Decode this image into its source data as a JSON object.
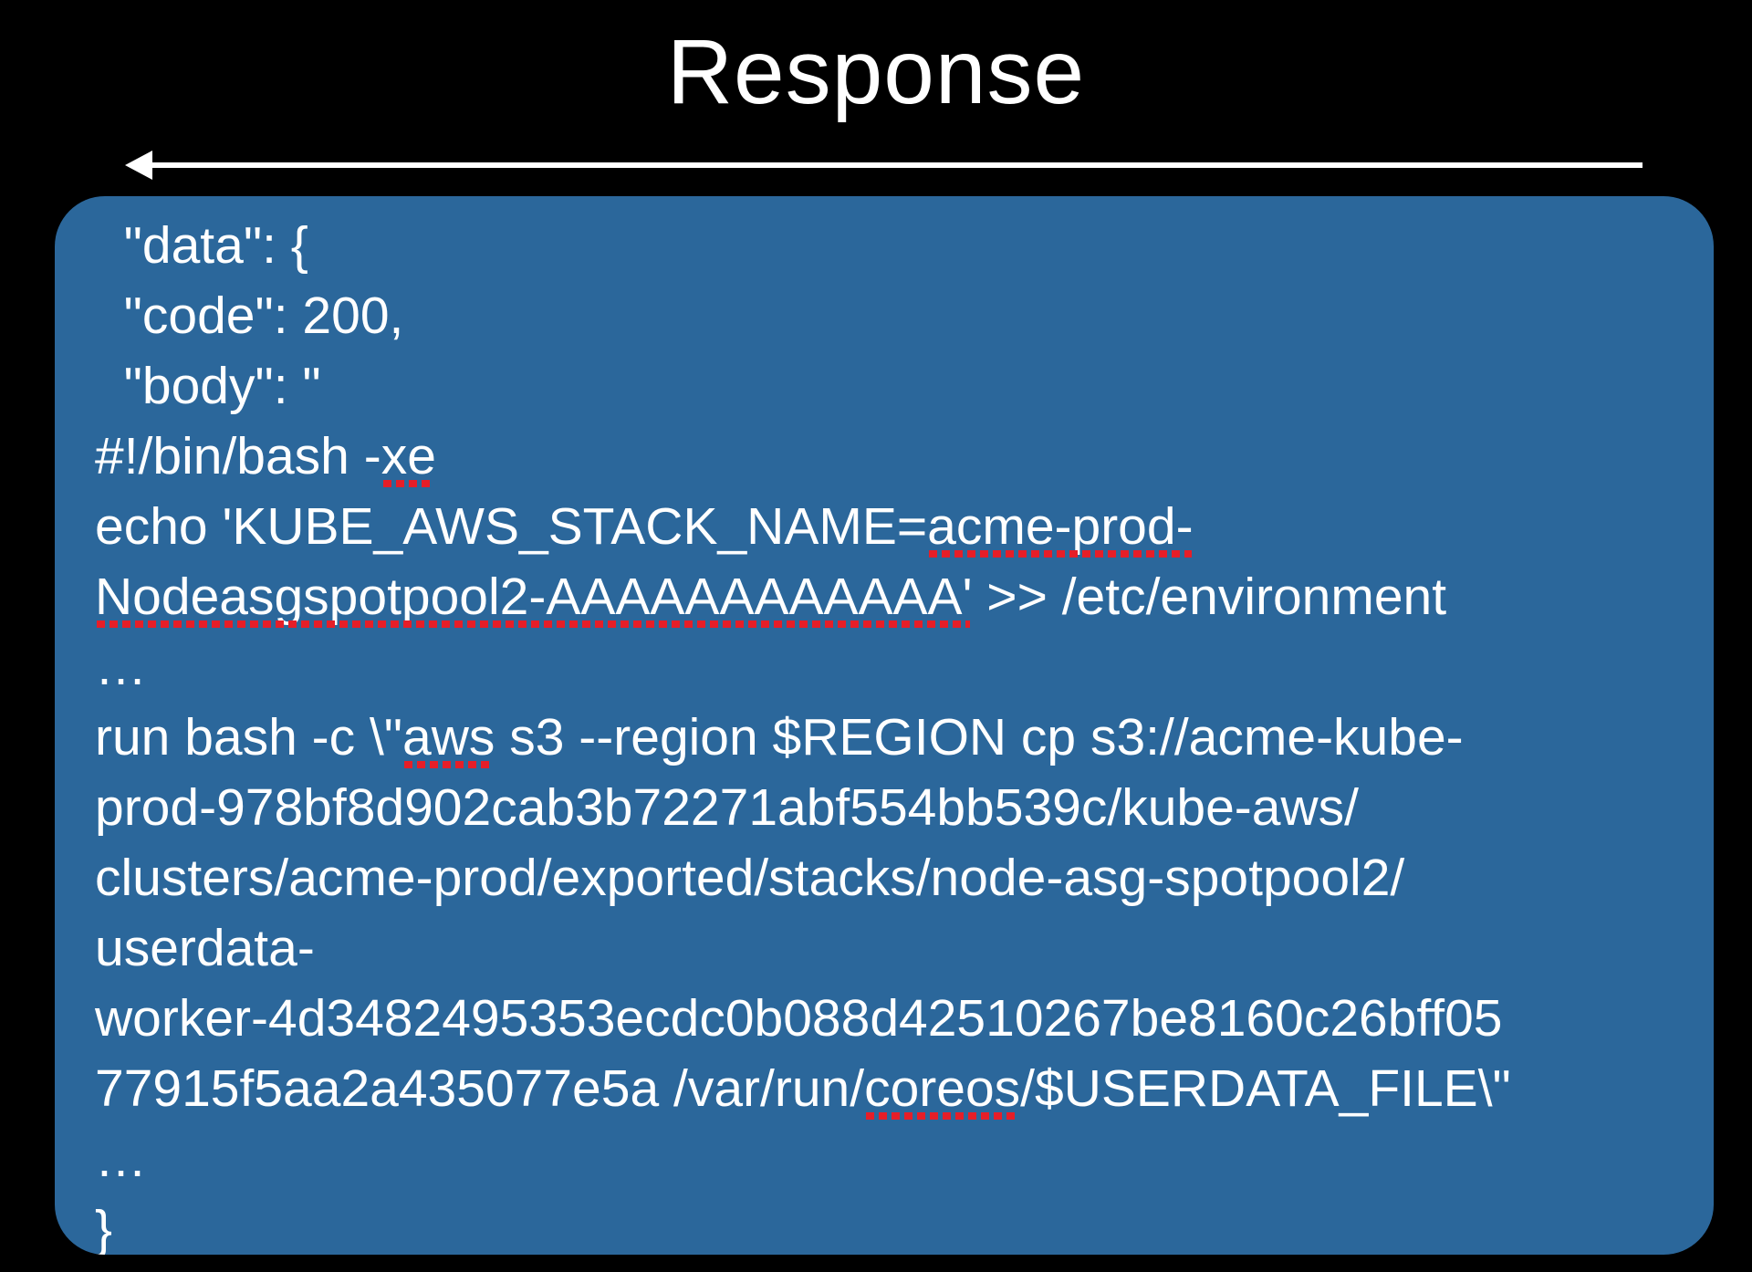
{
  "slide": {
    "title": "Response",
    "background_color": "#000000",
    "arrow": {
      "direction": "left",
      "color": "#ffffff"
    },
    "code_panel": {
      "background_color": "#2b679b",
      "text_color": "#ffffff",
      "misspell_underline_color": "#e61e28",
      "lines": [
        [
          {
            "t": "  \"data\": {"
          }
        ],
        [
          {
            "t": "  \"code\": 200,"
          }
        ],
        [
          {
            "t": "  \"body\": \""
          }
        ],
        [
          {
            "t": "#!/bin/bash -"
          },
          {
            "t": "xe",
            "u": true
          }
        ],
        [
          {
            "t": "echo 'KUBE_AWS_STACK_NAME="
          },
          {
            "t": "acme-prod-",
            "u": true
          }
        ],
        [
          {
            "t": "Nodeasgspotpool2-AAAAAAAAAAAA'",
            "u": true
          },
          {
            "t": " >> /etc/environment"
          }
        ],
        [
          {
            "t": "…"
          }
        ],
        [
          {
            "t": "run bash -c \\\""
          },
          {
            "t": "aws",
            "u": true
          },
          {
            "t": " s3 --region $REGION cp s3://acme-kube-"
          }
        ],
        [
          {
            "t": "prod-978bf8d902cab3b72271abf554bb539c/kube-aws/"
          }
        ],
        [
          {
            "t": "clusters/acme-prod/exported/stacks/node-asg-spotpool2/"
          }
        ],
        [
          {
            "t": "userdata-"
          }
        ],
        [
          {
            "t": "worker-4d3482495353ecdc0b088d42510267be8160c26bff05"
          }
        ],
        [
          {
            "t": "77915f5aa2a435077e5a /var/run/"
          },
          {
            "t": "coreos",
            "u": true
          },
          {
            "t": "/$USERDATA_FILE\\\""
          }
        ],
        [
          {
            "t": "…"
          }
        ],
        [
          {
            "t": "}"
          }
        ]
      ]
    }
  }
}
